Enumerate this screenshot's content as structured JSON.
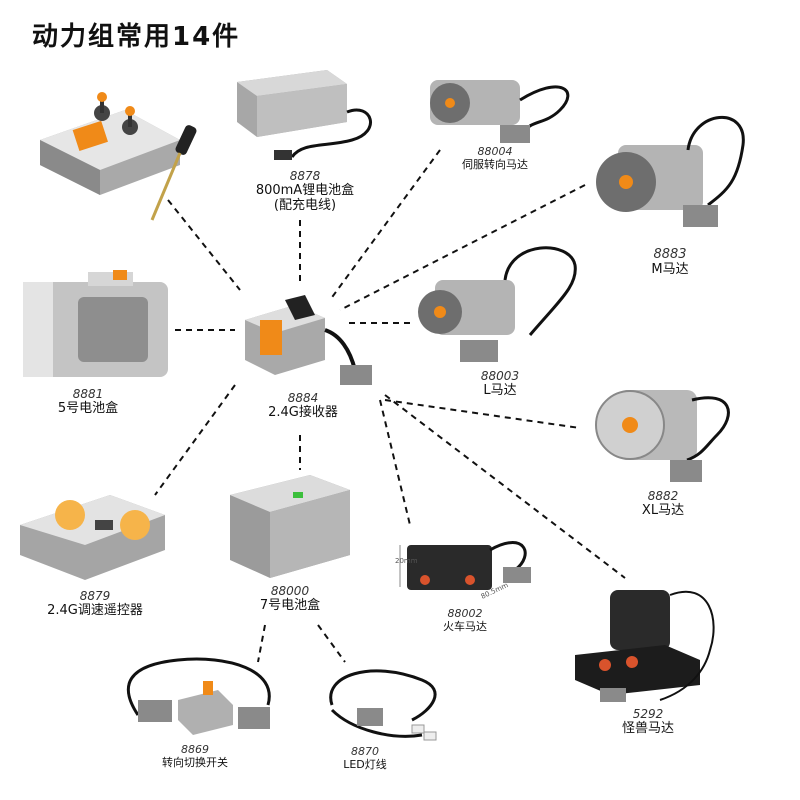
{
  "title": "动力组常用14件",
  "items": {
    "battery_li": {
      "code": "8878",
      "name": "800mA锂电池盒",
      "sub": "(配充电线)"
    },
    "servo": {
      "code": "88004",
      "name": "伺服转向马达"
    },
    "m_motor": {
      "code": "8883",
      "name": "M马达"
    },
    "l_motor": {
      "code": "88003",
      "name": "L马达"
    },
    "xl_motor": {
      "code": "8882",
      "name": "XL马达"
    },
    "train_motor": {
      "code": "88002",
      "name": "火车马达"
    },
    "monster_motor": {
      "code": "5292",
      "name": "怪兽马达"
    },
    "led": {
      "code": "8870",
      "name": "LED灯线"
    },
    "switch": {
      "code": "8869",
      "name": "转向切换开关"
    },
    "battery_aaa": {
      "code": "88000",
      "name": "7号电池盒"
    },
    "remote": {
      "code": "8879",
      "name": "2.4G调速遥控器"
    },
    "battery_aa": {
      "code": "8881",
      "name": "5号电池盒"
    },
    "receiver": {
      "code": "8884",
      "name": "2.4G接收器"
    }
  },
  "train_dims": {
    "h": "20mm",
    "w": "80.5mm"
  },
  "colors": {
    "gray": "#b9b9b9",
    "dark_gray": "#6e6e6e",
    "black": "#222222",
    "orange": "#f08a18"
  },
  "icons": [
    "ir-remote-icon",
    "screwdriver-icon"
  ]
}
